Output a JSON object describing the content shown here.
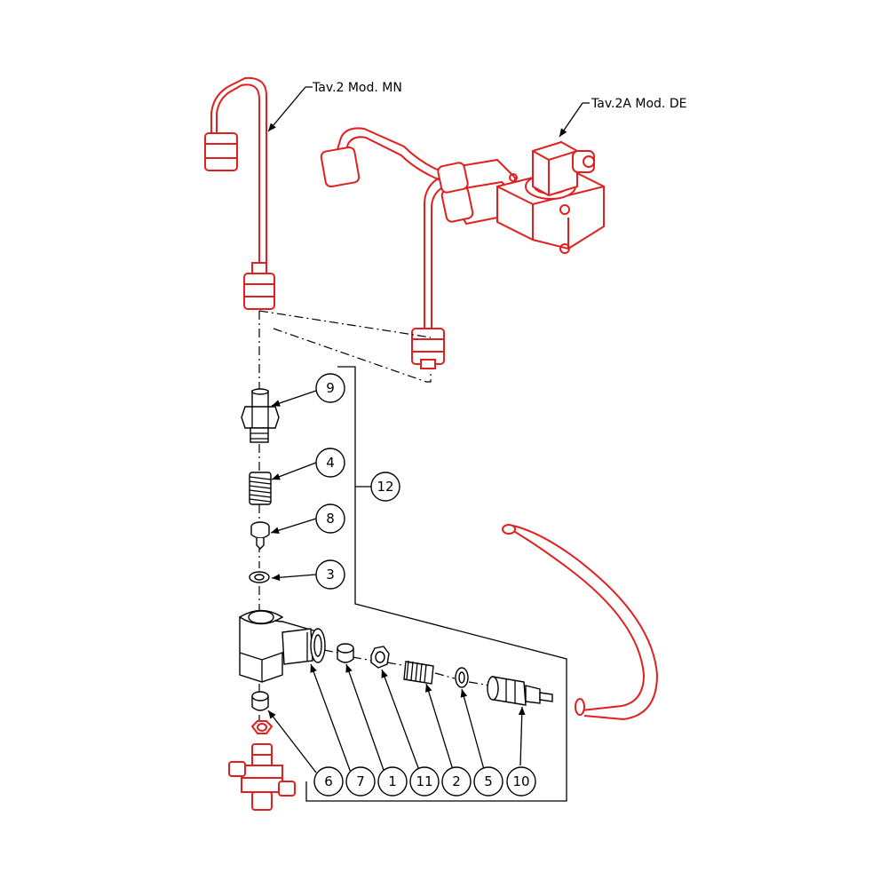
{
  "labels": {
    "pipe_mn": "Tav.2 Mod. MN",
    "valve_de": "Tav.2A Mod. DE"
  },
  "callouts": {
    "n9": "9",
    "n4": "4",
    "n8": "8",
    "n3": "3",
    "n12": "12",
    "n6": "6",
    "n7": "7",
    "n1": "1",
    "n11": "11",
    "n2": "2",
    "n5": "5",
    "n10": "10"
  },
  "colors": {
    "highlight": "#e02020",
    "line": "#000000"
  }
}
